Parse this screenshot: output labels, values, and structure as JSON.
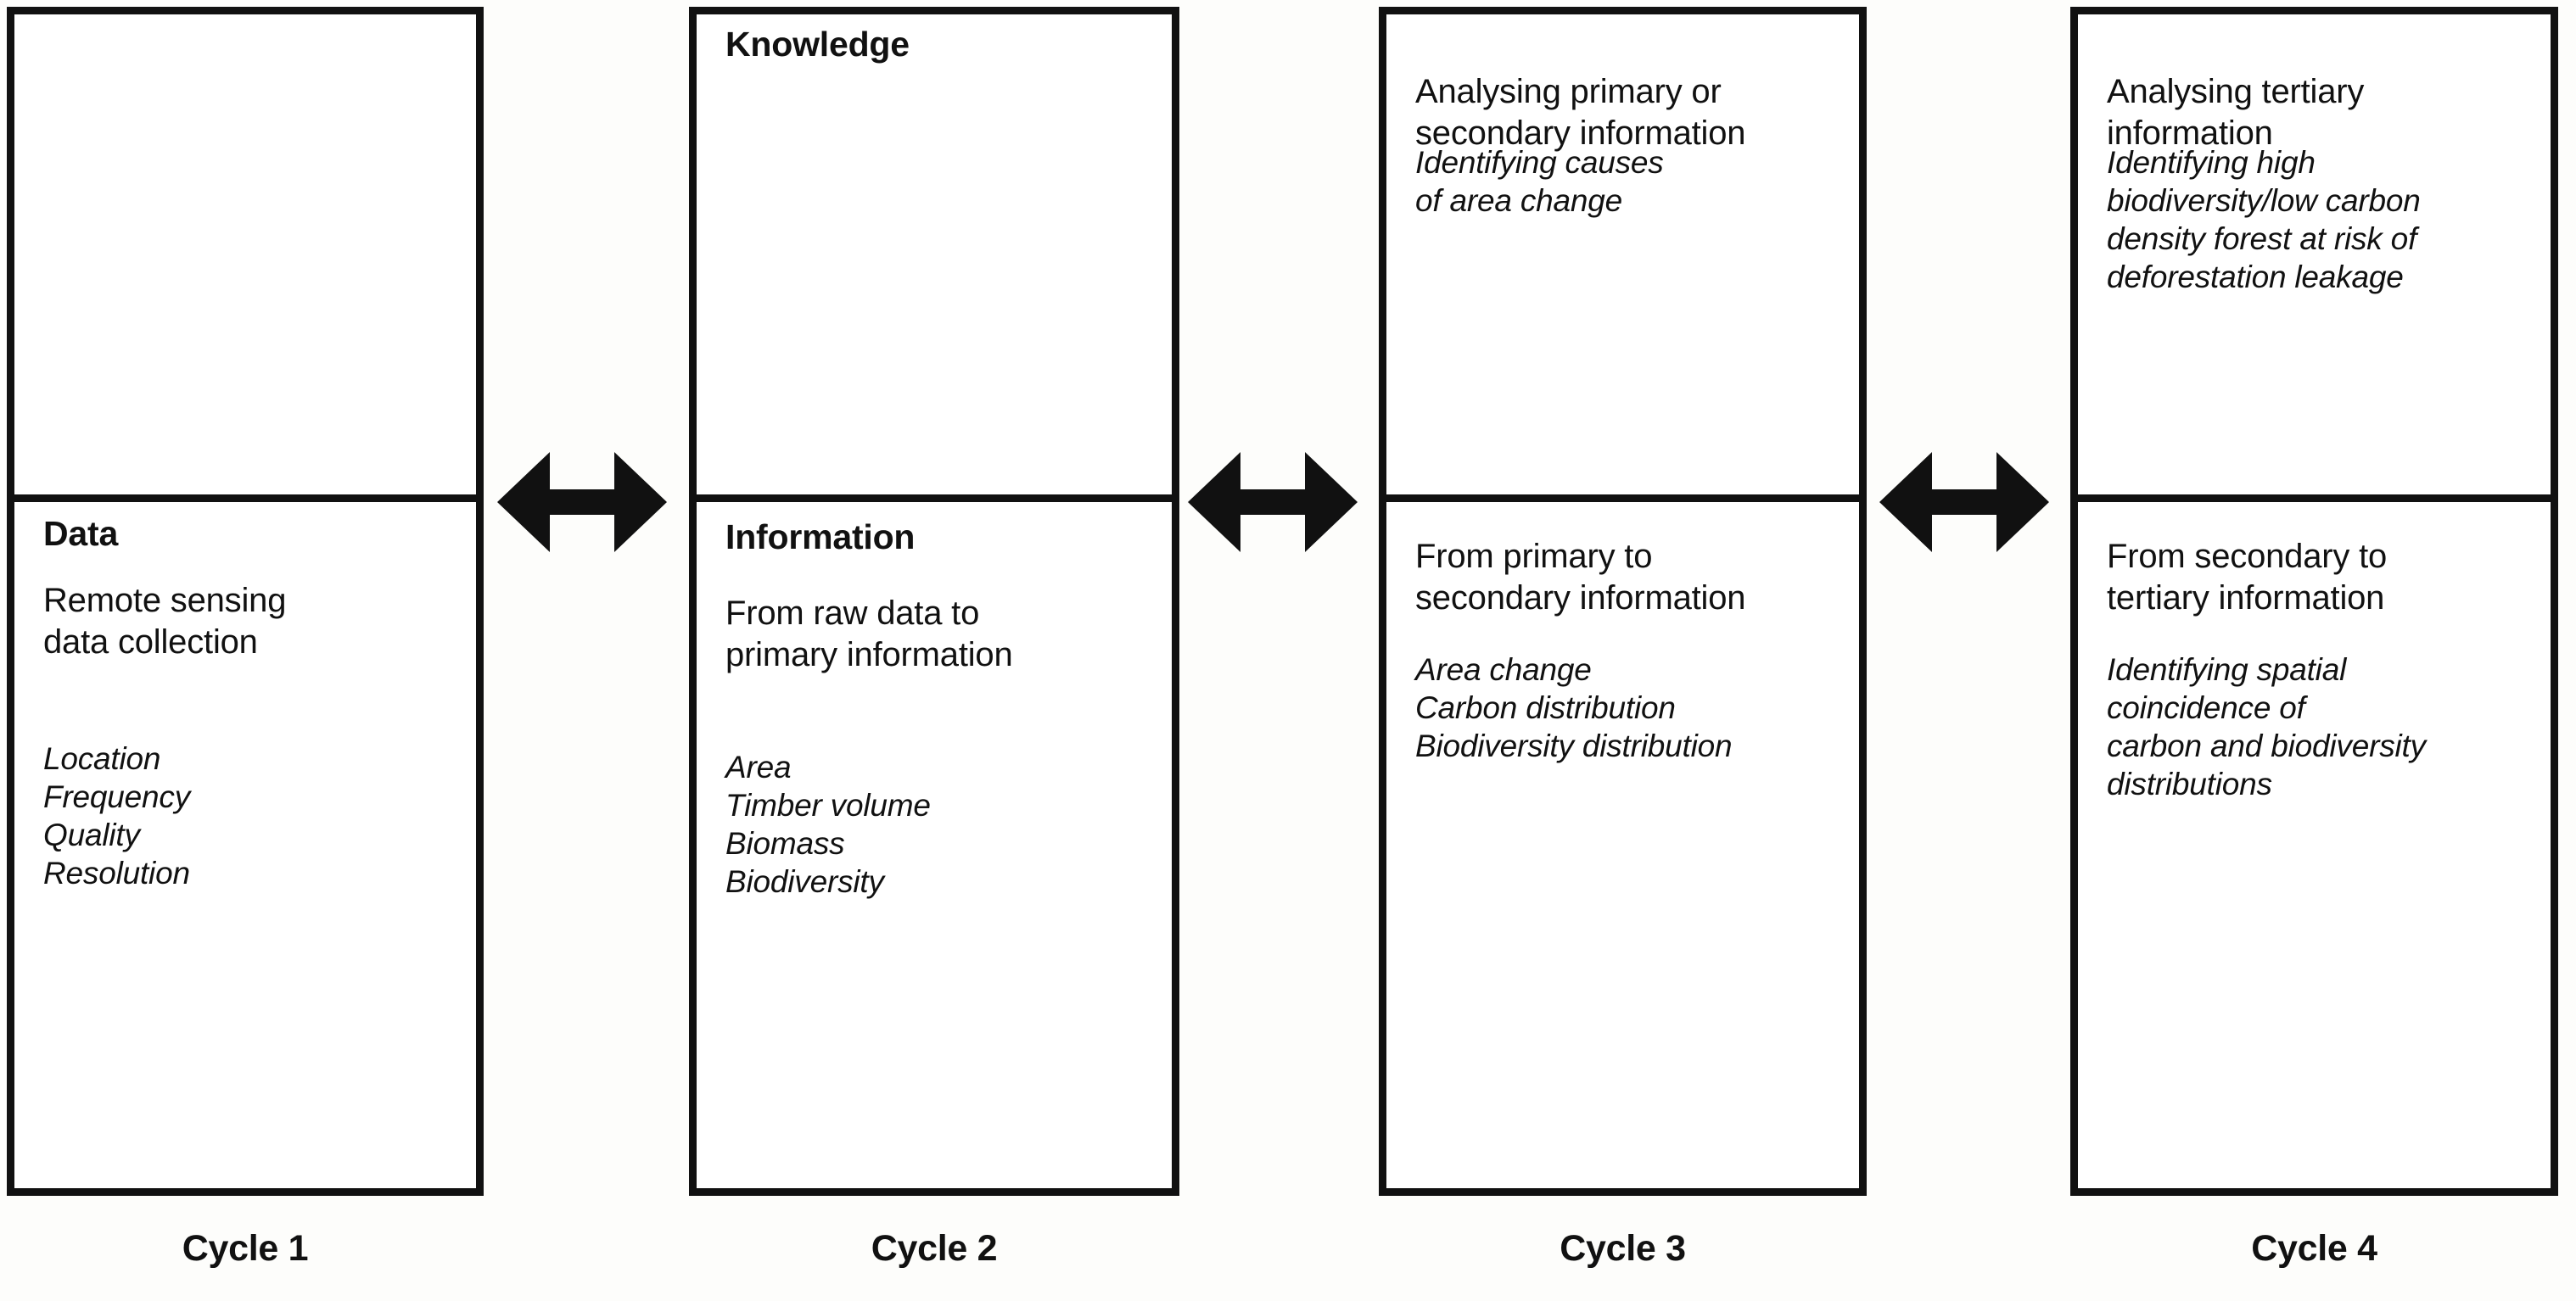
{
  "diagram": {
    "title": "Data-Information-Knowledge cycles for forest monitoring",
    "colors": {
      "line": "#111111",
      "box_fill": "#ffffff",
      "page_background": "#fdfdfb"
    },
    "arrow_icon_name": "double-headed-arrow-icon",
    "arrows": [
      {
        "label": "",
        "direction": "bidirectional"
      },
      {
        "label": "",
        "direction": "bidirectional"
      },
      {
        "label": "",
        "direction": "bidirectional"
      }
    ],
    "cycles": [
      {
        "caption": "Cycle 1",
        "upper": {
          "heading": "",
          "body": "",
          "italic": ""
        },
        "lower": {
          "heading": "Data",
          "body": "Remote sensing\ndata collection",
          "italic": "Location\nFrequency\nQuality\nResolution"
        }
      },
      {
        "caption": "Cycle 2",
        "upper": {
          "heading": "Knowledge",
          "body": "",
          "italic": ""
        },
        "lower": {
          "heading": "Information",
          "body": "From raw data to\nprimary information",
          "italic": "Area\nTimber volume\nBiomass\nBiodiversity"
        }
      },
      {
        "caption": "Cycle 3",
        "upper": {
          "heading": "",
          "body": "Analysing primary or\nsecondary information",
          "italic": "Identifying causes\nof area change"
        },
        "lower": {
          "heading": "",
          "body": "From primary to\nsecondary information",
          "italic": "Area change\nCarbon distribution\nBiodiversity distribution"
        }
      },
      {
        "caption": "Cycle 4",
        "upper": {
          "heading": "",
          "body": "Analysing tertiary\ninformation",
          "italic": "Identifying high\nbiodiversity/low carbon\ndensity forest at risk of\ndeforestation leakage"
        },
        "lower": {
          "heading": "",
          "body": "From secondary to\ntertiary information",
          "italic": "Identifying spatial\ncoincidence of\ncarbon and biodiversity\ndistributions"
        }
      }
    ]
  }
}
